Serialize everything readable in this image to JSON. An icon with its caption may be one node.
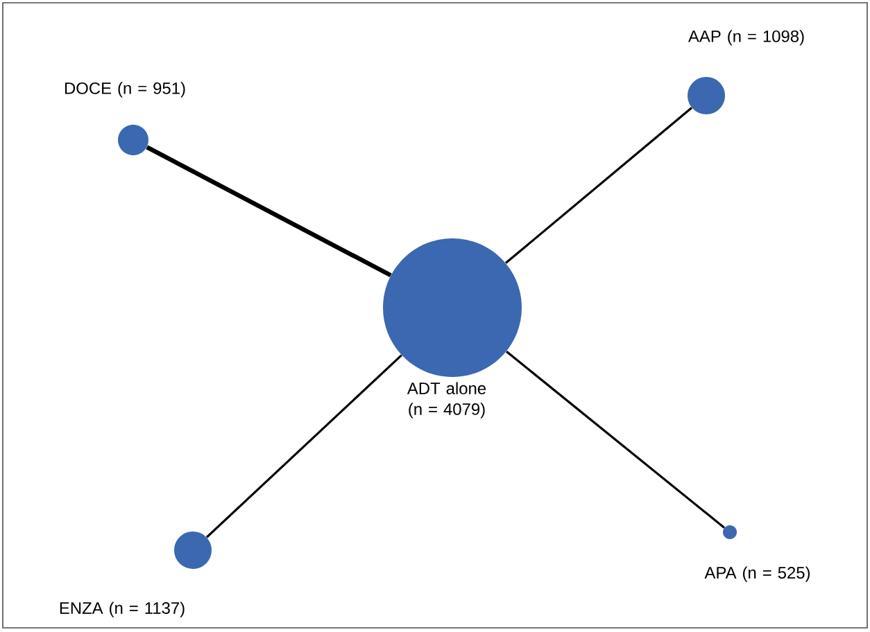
{
  "diagram": {
    "nodes": [
      {
        "text": [
          "ADT alone (n = 4079)"
        ]
      },
      {
        "text": [
          "DOCE (n = 951)"
        ]
      },
      {
        "text": [
          "AAP (n = 1098)"
        ]
      },
      {
        "text": [
          "ENZA (n = 1137)"
        ]
      },
      {
        "text": [
          "APA (n = 525)"
        ]
      }
    ],
    "edges": [
      {
        "from": 1,
        "to": 0,
        "arrow": "none",
        "style": "thick"
      },
      {
        "from": 2,
        "to": 0,
        "arrow": "none"
      },
      {
        "from": 3,
        "to": 0,
        "arrow": "none"
      },
      {
        "from": 4,
        "to": 0,
        "arrow": "none"
      }
    ]
  }
}
